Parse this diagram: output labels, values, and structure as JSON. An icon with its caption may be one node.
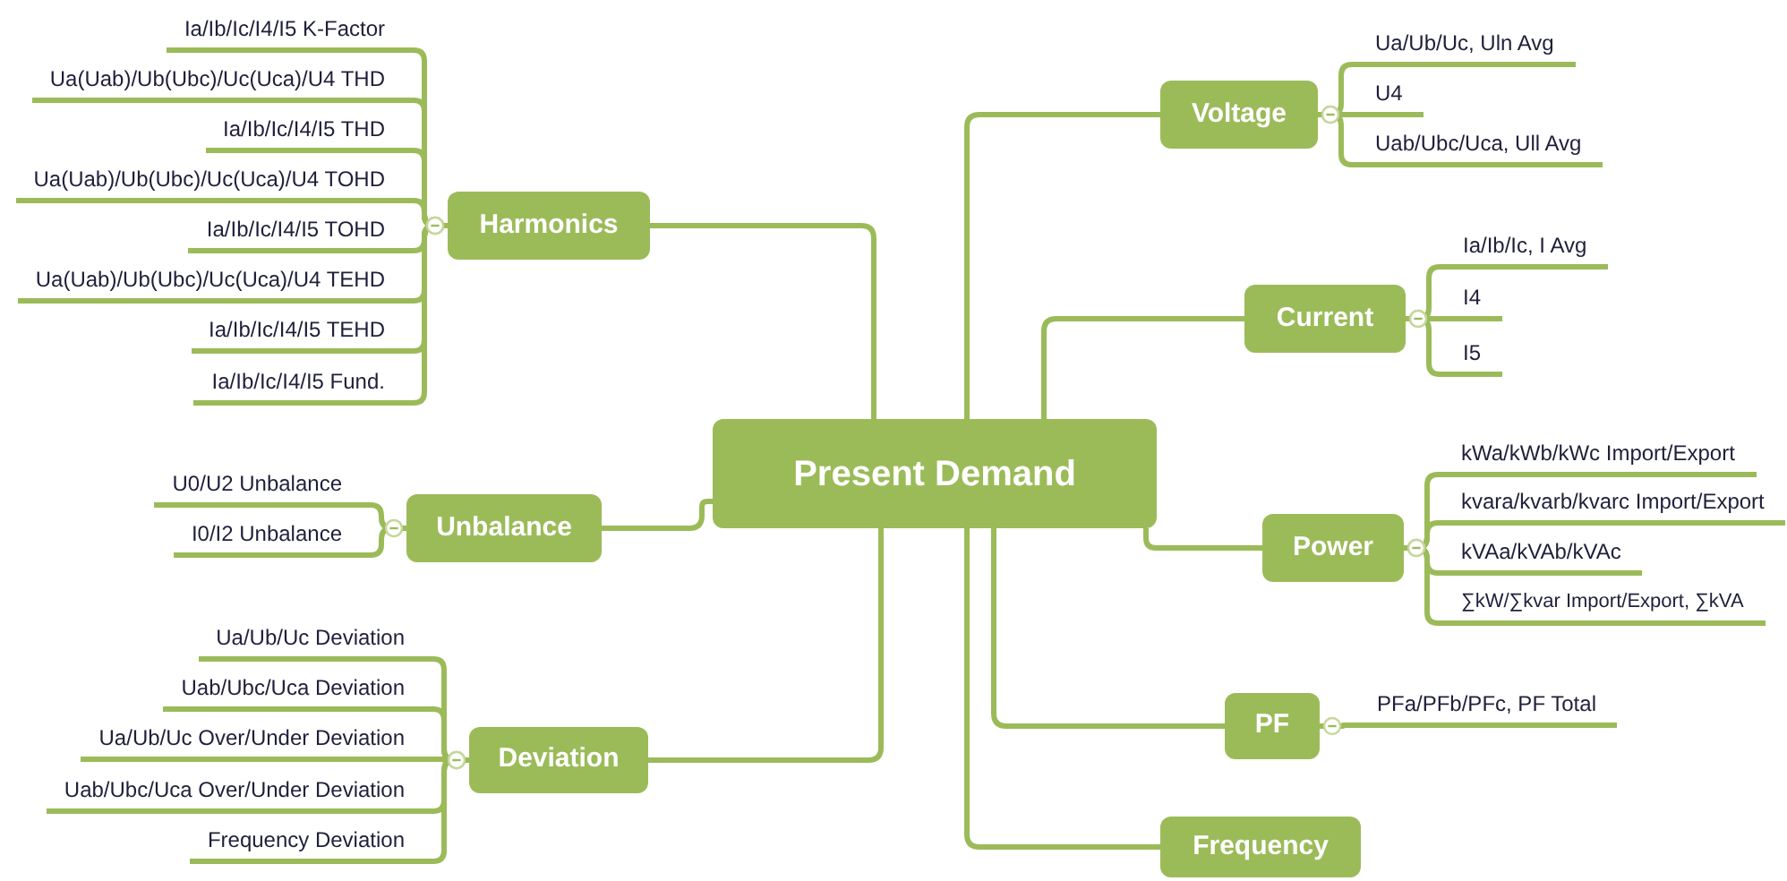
{
  "diagram": {
    "nodes": [
      {
        "text": [
          "Present Demand"
        ]
      },
      {
        "text": [
          "Harmonics"
        ]
      },
      {
        "text": [
          "Ia/Ib/Ic/I4/I5 K-Factor"
        ]
      },
      {
        "text": [
          "Ua(Uab)/Ub(Ubc)/Uc(Uca)/U4 THD"
        ]
      },
      {
        "text": [
          "Ia/Ib/Ic/I4/I5 THD"
        ]
      },
      {
        "text": [
          "Ua(Uab)/Ub(Ubc)/Uc(Uca)/U4 TOHD"
        ]
      },
      {
        "text": [
          "Ia/Ib/Ic/I4/I5 TOHD"
        ]
      },
      {
        "text": [
          "Ua(Uab)/Ub(Ubc)/Uc(Uca)/U4 TEHD"
        ]
      },
      {
        "text": [
          "Ia/Ib/Ic/I4/I5 TEHD"
        ]
      },
      {
        "text": [
          "Ia/Ib/Ic/I4/I5 Fund."
        ]
      },
      {
        "text": [
          "Unbalance"
        ]
      },
      {
        "text": [
          "U0/U2 Unbalance"
        ]
      },
      {
        "text": [
          "I0/I2 Unbalance"
        ]
      },
      {
        "text": [
          "Deviation"
        ]
      },
      {
        "text": [
          "Ua/Ub/Uc Deviation"
        ]
      },
      {
        "text": [
          "Uab/Ubc/Uca Deviation"
        ]
      },
      {
        "text": [
          "Ua/Ub/Uc Over/Under Deviation"
        ]
      },
      {
        "text": [
          "Uab/Ubc/Uca Over/Under Deviation"
        ]
      },
      {
        "text": [
          "Frequency Deviation"
        ]
      },
      {
        "text": [
          "Voltage"
        ]
      },
      {
        "text": [
          "Ua/Ub/Uc, Uln Avg"
        ]
      },
      {
        "text": [
          "U4"
        ]
      },
      {
        "text": [
          "Uab/Ubc/Uca, Ull Avg"
        ]
      },
      {
        "text": [
          "Current"
        ]
      },
      {
        "text": [
          "Ia/Ib/Ic, I Avg"
        ]
      },
      {
        "text": [
          "I4"
        ]
      },
      {
        "text": [
          "I5"
        ]
      },
      {
        "text": [
          "Power"
        ]
      },
      {
        "text": [
          "kWa/kWb/kWc Import/Export"
        ]
      },
      {
        "text": [
          "kvara/kvarb/kvarc Import/Export"
        ]
      },
      {
        "text": [
          "kVAa/kVAb/kVAc"
        ]
      },
      {
        "text": [
          "∑kW/∑kvar Import/Export, ∑kVA"
        ]
      },
      {
        "text": [
          "PF"
        ]
      },
      {
        "text": [
          "PFa/PFb/PFc, PF Total"
        ]
      },
      {
        "text": [
          "Frequency"
        ]
      }
    ],
    "edges": [
      {
        "from": 0,
        "to": 1,
        "arrow": "none"
      },
      {
        "from": 1,
        "to": 2,
        "arrow": "other"
      },
      {
        "from": 1,
        "to": 3,
        "arrow": "other"
      },
      {
        "from": 1,
        "to": 4,
        "arrow": "other"
      },
      {
        "from": 1,
        "to": 5,
        "arrow": "other"
      },
      {
        "from": 1,
        "to": 6,
        "arrow": "other"
      },
      {
        "from": 1,
        "to": 7,
        "arrow": "other"
      },
      {
        "from": 1,
        "to": 8,
        "arrow": "other"
      },
      {
        "from": 1,
        "to": 9,
        "arrow": "other"
      },
      {
        "from": 0,
        "to": 10,
        "arrow": "none"
      },
      {
        "from": 10,
        "to": 11,
        "arrow": "other"
      },
      {
        "from": 10,
        "to": 12,
        "arrow": "other"
      },
      {
        "from": 0,
        "to": 13,
        "arrow": "none"
      },
      {
        "from": 13,
        "to": 14,
        "arrow": "other"
      },
      {
        "from": 13,
        "to": 15,
        "arrow": "other"
      },
      {
        "from": 13,
        "to": 16,
        "arrow": "other"
      },
      {
        "from": 13,
        "to": 17,
        "arrow": "other"
      },
      {
        "from": 13,
        "to": 18,
        "arrow": "other"
      },
      {
        "from": 0,
        "to": 19,
        "arrow": "none"
      },
      {
        "from": 19,
        "to": 20,
        "arrow": "other"
      },
      {
        "from": 19,
        "to": 21,
        "arrow": "other"
      },
      {
        "from": 19,
        "to": 22,
        "arrow": "other"
      },
      {
        "from": 0,
        "to": 23,
        "arrow": "none"
      },
      {
        "from": 23,
        "to": 24,
        "arrow": "other"
      },
      {
        "from": 23,
        "to": 25,
        "arrow": "other"
      },
      {
        "from": 23,
        "to": 26,
        "arrow": "other"
      },
      {
        "from": 0,
        "to": 27,
        "arrow": "none"
      },
      {
        "from": 27,
        "to": 28,
        "arrow": "other"
      },
      {
        "from": 27,
        "to": 29,
        "arrow": "other"
      },
      {
        "from": 27,
        "to": 30,
        "arrow": "other"
      },
      {
        "from": 27,
        "to": 31,
        "arrow": "other"
      },
      {
        "from": 0,
        "to": 32,
        "arrow": "none"
      },
      {
        "from": 32,
        "to": 33,
        "arrow": "other"
      },
      {
        "from": 0,
        "to": 34,
        "arrow": "none"
      }
    ]
  }
}
